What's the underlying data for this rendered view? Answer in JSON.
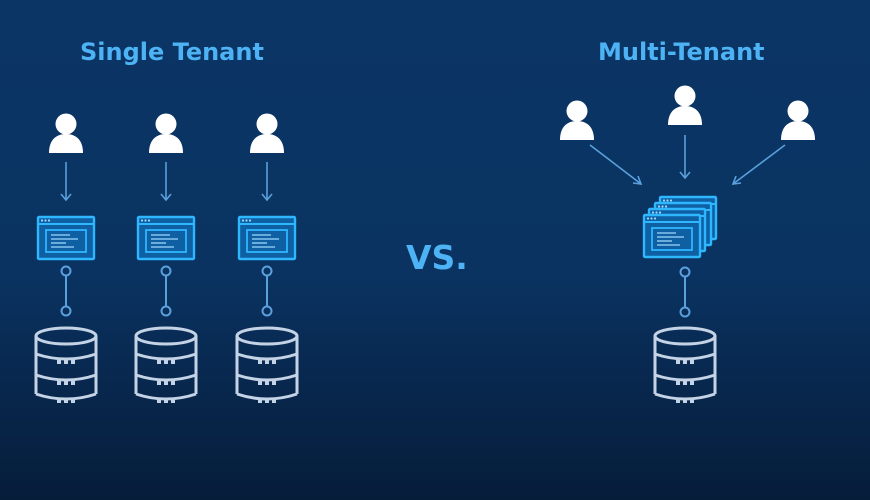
{
  "single_tenant": {
    "title": "Single Tenant",
    "stacks": [
      {
        "user": "user-icon",
        "app": "app-window-icon",
        "database": "database-icon"
      },
      {
        "user": "user-icon",
        "app": "app-window-icon",
        "database": "database-icon"
      },
      {
        "user": "user-icon",
        "app": "app-window-icon",
        "database": "database-icon"
      }
    ]
  },
  "separator": {
    "label": "VS."
  },
  "multi_tenant": {
    "title": "Multi-Tenant",
    "users": [
      "user-icon",
      "user-icon",
      "user-icon"
    ],
    "app": "stacked-app-windows-icon",
    "database": "database-icon"
  },
  "colors": {
    "background": "#0b3565",
    "accent": "#4db3f5",
    "icon_white": "#ffffff",
    "database_outline": "#c5d3e6",
    "connector": "#5aa0dc",
    "window_frame": "#2eb6ff",
    "window_fill": "#0f5fa3"
  }
}
